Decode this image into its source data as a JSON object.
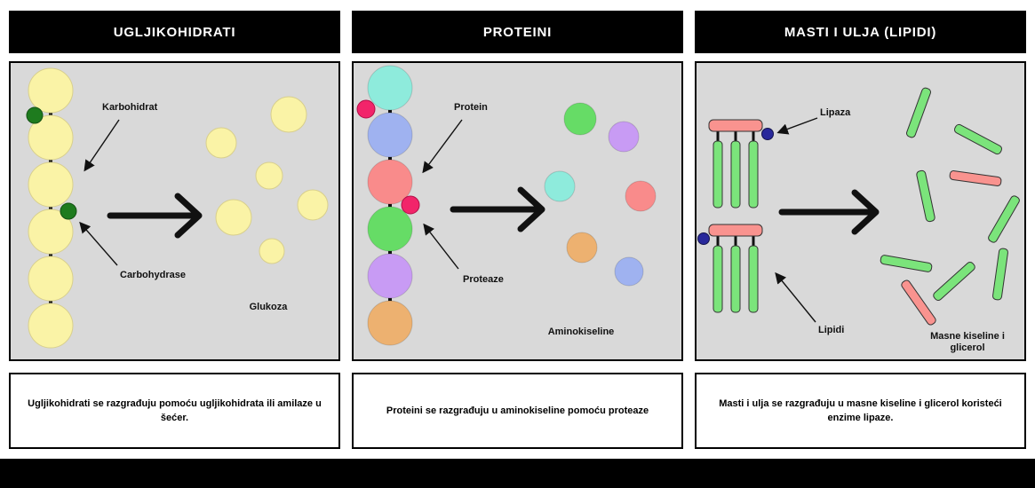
{
  "panels": [
    {
      "title": "UGLJIKOHIDRATI",
      "caption": "Ugljikohidrati se razgrađuju pomoću ugljikohidrata ili amilaze u šećer.",
      "labels": {
        "substrate": "Karbohidrat",
        "enzyme": "Carbohydrase",
        "product": "Glukoza"
      }
    },
    {
      "title": "PROTEINI",
      "caption": "Proteini se razgrađuju u aminokiseline pomoću proteaze",
      "labels": {
        "substrate": "Protein",
        "enzyme": "Proteaze",
        "product": "Aminokiseline"
      }
    },
    {
      "title": "MASTI I ULJA (LIPIDI)",
      "caption": "Masti i ulja se razgrađuju u masne kiseline i glicerol koristeći enzime lipaze.",
      "labels": {
        "substrate": "Lipidi",
        "enzyme": "Lipaza",
        "product_line1": "Masne kiseline i",
        "product_line2": "glicerol"
      }
    }
  ],
  "colors": {
    "panel_title_bg": "#000000",
    "panel_title_text": "#ffffff",
    "diagram_bg": "#d9d9d9",
    "glucose_yellow": "#faf3a6",
    "carbohydrase_green": "#1e7b1e",
    "amino_teal": "#8eebdc",
    "amino_blue": "#9fb2f0",
    "amino_red": "#f98b8b",
    "amino_green": "#66dc66",
    "amino_purple": "#c89bf4",
    "amino_orange": "#edb170",
    "protease_pink": "#f2246a",
    "lipid_glycerol_pink": "#f9938f",
    "fatty_acid_green": "#7be47b",
    "lipase_blue": "#28289b",
    "arrow_color": "#111111"
  }
}
